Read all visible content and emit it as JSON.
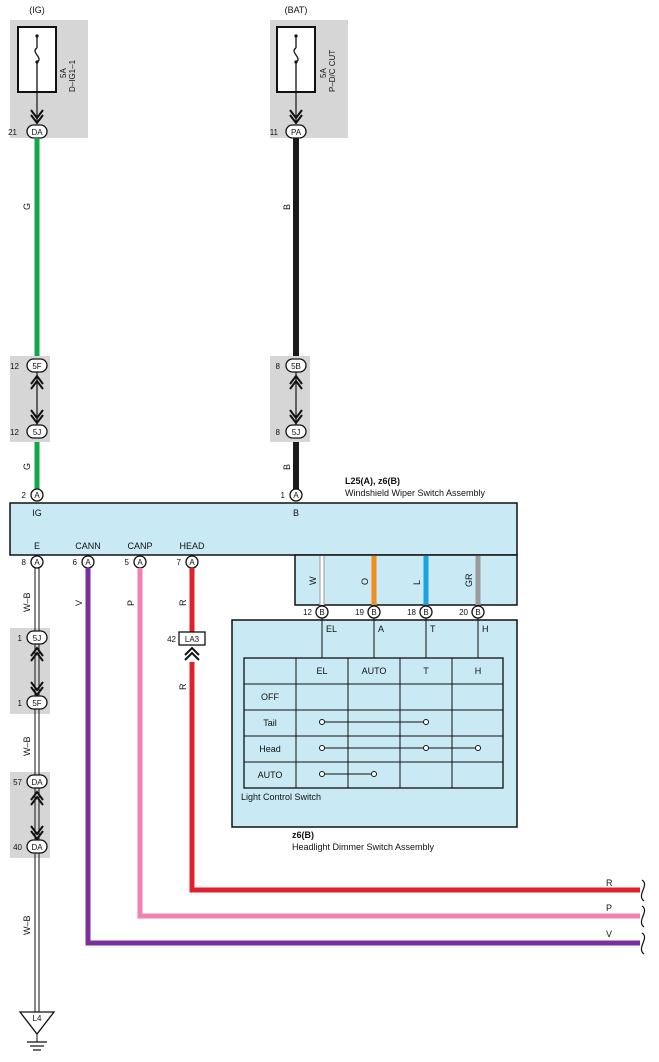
{
  "fuses": {
    "ig": {
      "source": "(IG)",
      "rating": "5A",
      "name": "D–IG1–1",
      "pin_num": "21",
      "connector": "DA"
    },
    "bat": {
      "source": "(BAT)",
      "rating": "5A",
      "name": "P–D/C CUT",
      "pin_num": "11",
      "connector": "PA"
    }
  },
  "wires": {
    "g_top": "G",
    "g_bottom": "G",
    "b_top": "B",
    "b_bottom": "B",
    "wb1": "W–B",
    "wb2": "W–B",
    "wb3": "W–B",
    "v": "V",
    "p": "P",
    "r1": "R",
    "r2": "R",
    "r_end": "R",
    "p_end": "P",
    "v_end": "V"
  },
  "colors": {
    "green": "#10a84a",
    "black": "#1a1a1a",
    "red": "#e0202a",
    "pink": "#ee82b4",
    "purple": "#7a2f9c",
    "orange": "#f28c1c",
    "blue": "#1aa3e0",
    "gray": "#999999",
    "box_fill": "#c9e9f4",
    "connector_bg": "#d6d6d6"
  },
  "junctions": {
    "j5f_top": {
      "num": "12",
      "code": "5F"
    },
    "j5j_top": {
      "num": "12",
      "code": "5J"
    },
    "j5b": {
      "num": "8",
      "code": "5B"
    },
    "j5j_b": {
      "num": "8",
      "code": "5J"
    },
    "j5j_low": {
      "num": "1",
      "code": "5J"
    },
    "j5f_low": {
      "num": "1",
      "code": "5F"
    },
    "jda57": {
      "num": "57",
      "code": "DA"
    },
    "jda40": {
      "num": "40",
      "code": "DA"
    },
    "la3": {
      "num": "42",
      "code": "LA3"
    }
  },
  "wiper_switch": {
    "connector_id": "L25(A), z6(B)",
    "name": "Windshield Wiper Switch Assembly",
    "top_pins": [
      {
        "num": "2",
        "conn": "A",
        "label": "IG"
      },
      {
        "num": "1",
        "conn": "A",
        "label": "B"
      }
    ],
    "bottom_pins": [
      {
        "num": "8",
        "conn": "A",
        "label": "E"
      },
      {
        "num": "6",
        "conn": "A",
        "label": "CANN"
      },
      {
        "num": "5",
        "conn": "A",
        "label": "CANP"
      },
      {
        "num": "7",
        "conn": "A",
        "label": "HEAD"
      }
    ],
    "inner_wires": [
      "W",
      "O",
      "L",
      "GR"
    ],
    "inner_pins": [
      {
        "num": "12",
        "conn": "B"
      },
      {
        "num": "19",
        "conn": "B"
      },
      {
        "num": "18",
        "conn": "B"
      },
      {
        "num": "20",
        "conn": "B"
      }
    ]
  },
  "dimmer_switch": {
    "connector_id": "z6(B)",
    "name": "Headlight Dimmer Switch Assembly",
    "terminals": [
      "EL",
      "A",
      "T",
      "H"
    ],
    "table_name": "Light Control Switch",
    "table_headers": [
      "",
      "EL",
      "AUTO",
      "T",
      "H"
    ],
    "table_rows": [
      "OFF",
      "Tail",
      "Head",
      "AUTO"
    ]
  },
  "ground": {
    "code": "L4"
  }
}
